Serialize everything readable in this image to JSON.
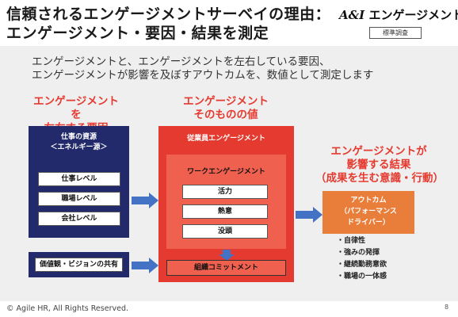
{
  "header": {
    "title_line1": "信頼されるエンゲージメントサーベイの理由：",
    "title_line2": "エンゲージメント・要因・結果を測定",
    "brand_ai": "A&I",
    "brand_name": "エンゲージメント",
    "brand_sub": "標準調査"
  },
  "intro": {
    "line1": "エンゲージメントと、エンゲージメントを左右している要因、",
    "line2": "エンゲージメントが影響を及ぼすアウトカムを、数値として測定します"
  },
  "left": {
    "heading1": "エンゲージメントを",
    "heading2": "左右する要因",
    "box_title1": "仕事の資源",
    "box_title2": "＜エネルギー源＞",
    "items": [
      "仕事レベル",
      "職場レベル",
      "会社レベル"
    ],
    "values_box": "価値観・ビジョンの共有"
  },
  "center": {
    "heading1": "エンゲージメント",
    "heading2": "そのものの値",
    "outer_title": "従業員エンゲージメント",
    "work_title": "ワークエンゲージメント",
    "items": [
      "活力",
      "熱意",
      "没頭"
    ],
    "org_commit": "組織コミットメント"
  },
  "right": {
    "heading1": "エンゲージメントが",
    "heading2": "影響する結果",
    "heading3": "（成果を生む意識・行動）",
    "outcome1": "アウトカム",
    "outcome2": "（パフォーマンス",
    "outcome3": "ドライバー）",
    "bullets": [
      "・自律性",
      "・強みの発揮",
      "・継続勤務意欲",
      "・職場の一体感"
    ]
  },
  "footer": {
    "copyright": "© Agile HR, All Rights Reserved.",
    "page": "8"
  },
  "colors": {
    "navy": "#222a6b",
    "red": "#e53a2f",
    "red_inner": "#f0604f",
    "orange": "#e87e3a",
    "arrow_blue": "#4472c4"
  }
}
